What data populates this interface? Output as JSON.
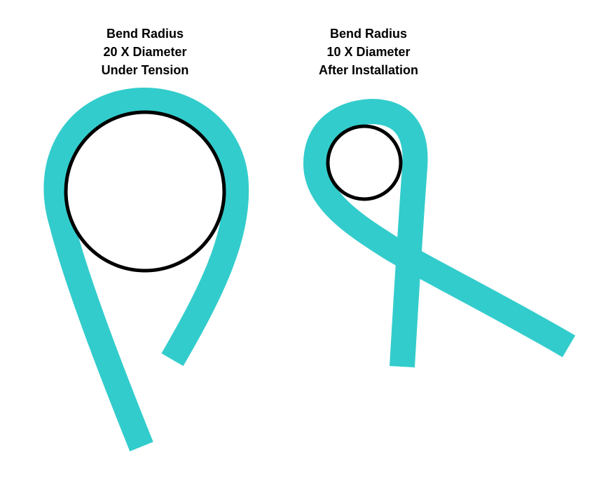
{
  "colors": {
    "cable": "#33CCCC",
    "circle_outline": "#000000",
    "text": "#000000",
    "background": "#FFFFFF"
  },
  "left_figure": {
    "caption_lines": [
      "Bend Radius",
      "20 X Diameter",
      "Under Tension"
    ]
  },
  "right_figure": {
    "caption_lines": [
      "Bend Radius",
      "10 X Diameter",
      "After Installation"
    ]
  }
}
